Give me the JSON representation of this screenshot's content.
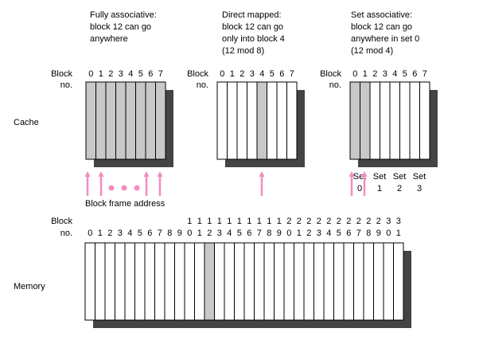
{
  "captions": {
    "fully": [
      "Fully associative:",
      "block 12 can go",
      "anywhere"
    ],
    "direct": [
      "Direct mapped:",
      "block 12 can go",
      "only into block 4",
      "(12 mod 8)"
    ],
    "set": [
      "Set associative:",
      "block 12 can go",
      "anywhere in set 0",
      "(12 mod 4)"
    ]
  },
  "block_label": [
    "Block",
    "no."
  ],
  "row_labels": {
    "cache": "Cache",
    "memory": "Memory"
  },
  "cache_block_numbers": [
    "0",
    "1",
    "2",
    "3",
    "4",
    "5",
    "6",
    "7"
  ],
  "set_labels": [
    {
      "word": "Set",
      "num": "0"
    },
    {
      "word": "Set",
      "num": "1"
    },
    {
      "word": "Set",
      "num": "2"
    },
    {
      "word": "Set",
      "num": "3"
    }
  ],
  "block_frame_address": "Block frame address",
  "memory_block_numbers": {
    "tens": [
      "",
      "",
      "",
      "",
      "",
      "",
      "",
      "",
      "",
      "",
      "1",
      "1",
      "1",
      "1",
      "1",
      "1",
      "1",
      "1",
      "1",
      "1",
      "2",
      "2",
      "2",
      "2",
      "2",
      "2",
      "2",
      "2",
      "2",
      "2",
      "3",
      "3"
    ],
    "ones": [
      "0",
      "1",
      "2",
      "3",
      "4",
      "5",
      "6",
      "7",
      "8",
      "9",
      "0",
      "1",
      "2",
      "3",
      "4",
      "5",
      "6",
      "7",
      "8",
      "9",
      "0",
      "1",
      "2",
      "3",
      "4",
      "5",
      "6",
      "7",
      "8",
      "9",
      "0",
      "1"
    ]
  },
  "highlights": {
    "fully_cache": [
      0,
      1,
      2,
      3,
      4,
      5,
      6,
      7
    ],
    "direct_cache": [
      4
    ],
    "set_cache": [
      0,
      1
    ],
    "memory": [
      12
    ]
  },
  "colors": {
    "highlight": "#c8c8c8",
    "shadow": "#444444",
    "arrow": "#f48cc0",
    "line": "#000000"
  }
}
